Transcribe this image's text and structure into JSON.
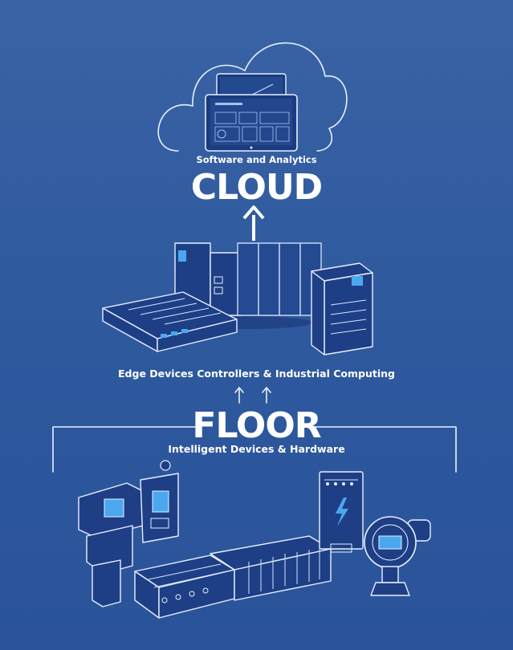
{
  "cloud": {
    "caption": "Software and Analytics",
    "title": "CLOUD"
  },
  "edge": {
    "caption": "Edge Devices Controllers & Industrial Computing"
  },
  "floor": {
    "title": "FLOOR",
    "caption": "Intelligent Devices & Hardware"
  },
  "colors": {
    "background_top": "#3a63a5",
    "background_bottom": "#2a539a",
    "line": "#e8f0ff",
    "screen_accent": "#4aa8f0"
  },
  "icons": [
    "cloud-icon",
    "dashboard-screen-icon",
    "up-arrow-icon",
    "edge-gateway-icon",
    "controller-rack-icon",
    "industrial-pc-icon",
    "filter-regulator-icon",
    "valve-manifold-icon",
    "power-supply-icon",
    "pressure-transmitter-icon"
  ]
}
